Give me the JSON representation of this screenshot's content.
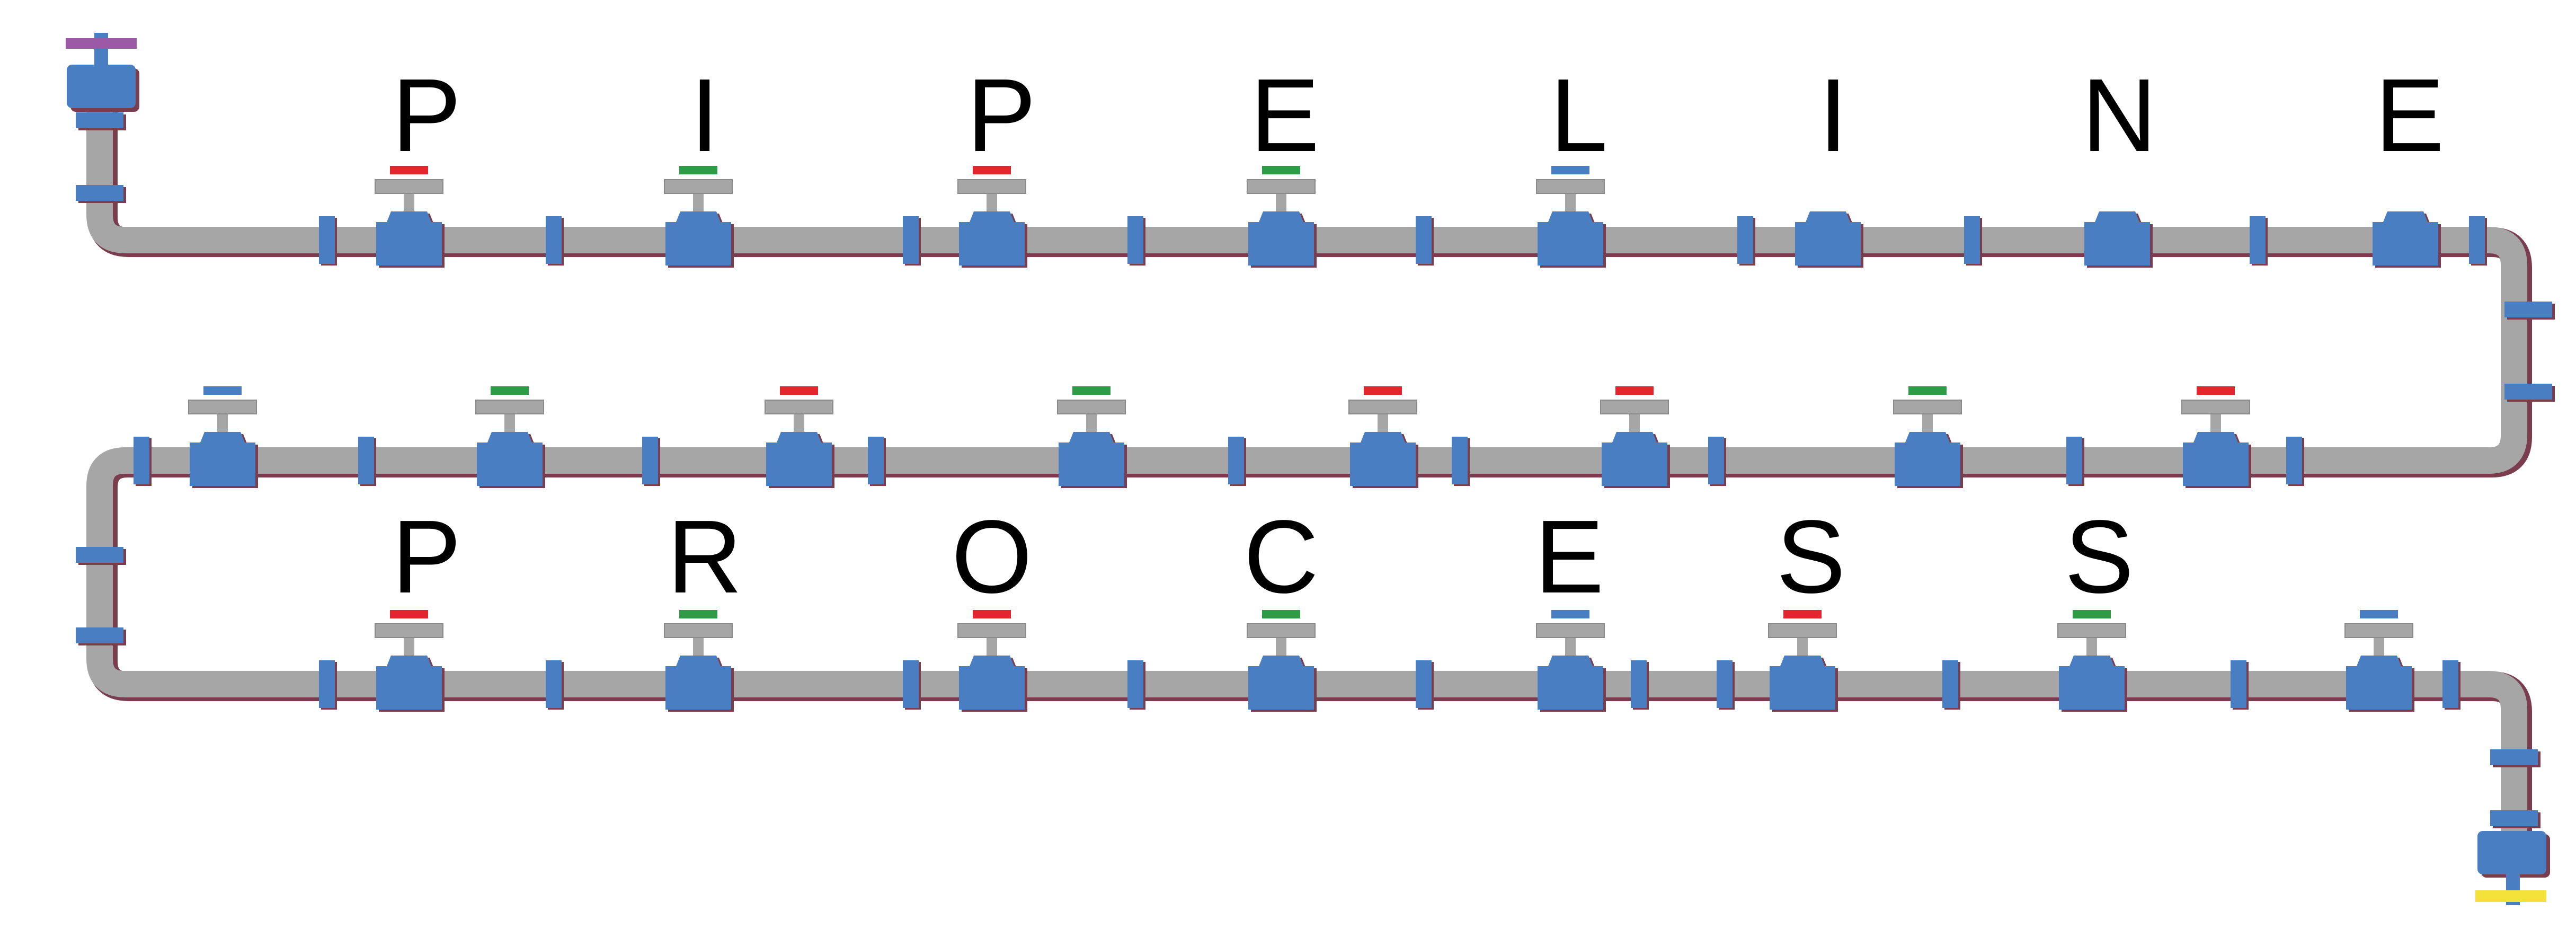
{
  "words": {
    "top": [
      "P",
      "I",
      "P",
      "E",
      "L",
      "I",
      "N",
      "E"
    ],
    "bottom": [
      "P",
      "R",
      "O",
      "C",
      "E",
      "S",
      "S"
    ]
  },
  "colors": {
    "pipe": "#a6a6a6",
    "valve_body": "#4a7ec2",
    "valve_outline": "#7a3d4e",
    "handle_red": "#e3262e",
    "handle_green": "#2e9b47",
    "handle_blue": "#4a7ec2",
    "inlet_handle": "#9b59a6",
    "outlet_handle": "#f4e13a",
    "stem_grey": "#a6a6a6"
  },
  "valves": {
    "row1": [
      "red",
      "green",
      "red",
      "green",
      "blue",
      "none",
      "none",
      "none"
    ],
    "row2": [
      "blue",
      "green",
      "red",
      "green",
      "red",
      "red",
      "green",
      "red"
    ],
    "row3": [
      "red",
      "green",
      "red",
      "green",
      "blue",
      "red",
      "green",
      "blue"
    ]
  }
}
